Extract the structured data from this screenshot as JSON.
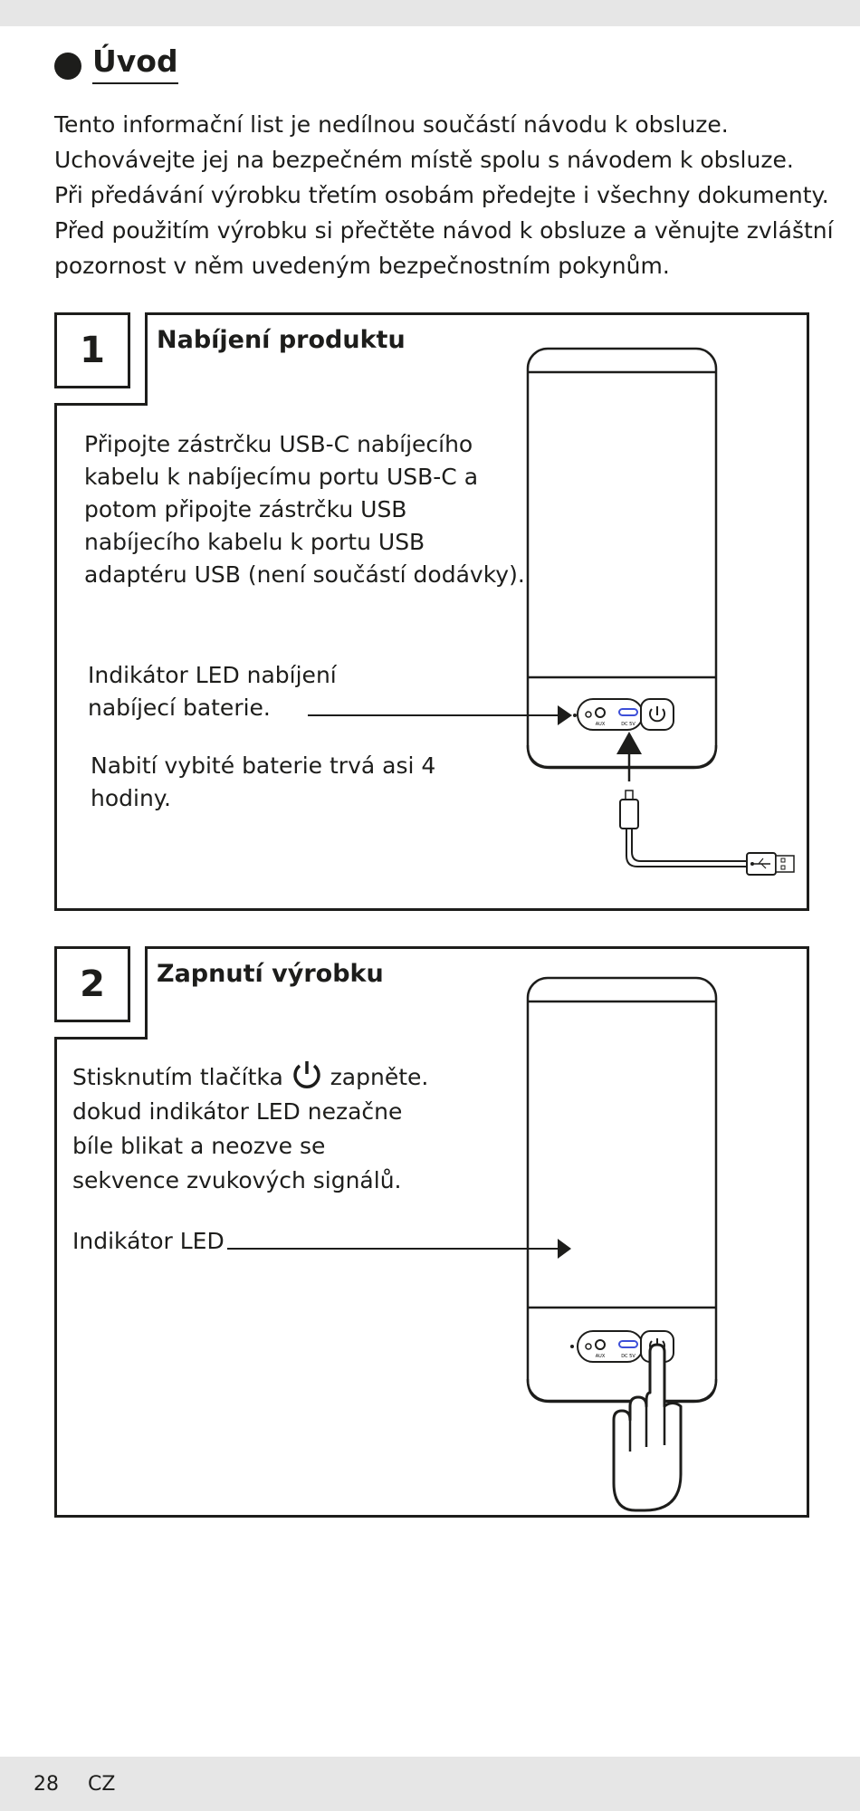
{
  "intro": {
    "title": "Úvod",
    "lines": [
      "Tento informační list je nedílnou součástí návodu k obsluze.",
      "Uchovávejte jej na bezpečném místě spolu s návodem k obsluze.",
      "Při předávání výrobku třetím osobám předejte i všechny dokumenty.",
      "Před použitím výrobku si přečtěte návod k obsluze a věnujte zvláštní",
      "pozornost v něm uvedeným bezpečnostním pokynům."
    ]
  },
  "section1": {
    "number": "1",
    "title": "Nabíjení produktu",
    "instruction_lines": [
      "Připojte zástrčku USB-C nabíjecího",
      "kabelu k nabíjecímu portu USB-C a",
      "potom připojte zástrčku USB",
      "nabíjecího kabelu k portu USB",
      "adaptéru USB (není součástí dodávky)."
    ],
    "led_lines": [
      "Indikátor LED nabíjení",
      "nabíjecí baterie."
    ],
    "time_lines": [
      "Nabití vybité baterie trvá asi 4",
      "hodiny."
    ]
  },
  "section2": {
    "number": "2",
    "title": "Zapnutí výrobku",
    "line1_before": "Stisknutím tlačítka",
    "line1_after": "zapněte.",
    "lines": [
      "dokud indikátor LED nezačne",
      "bíle blikat a neozve se",
      "sekvence zvukových signálů."
    ],
    "led_label": "Indikátor LED",
    "power_icon": "power-icon"
  },
  "device": {
    "aux_label": "AUX",
    "dc_label": "DC 5V"
  },
  "footer": {
    "page_number": "28",
    "language": "CZ"
  }
}
